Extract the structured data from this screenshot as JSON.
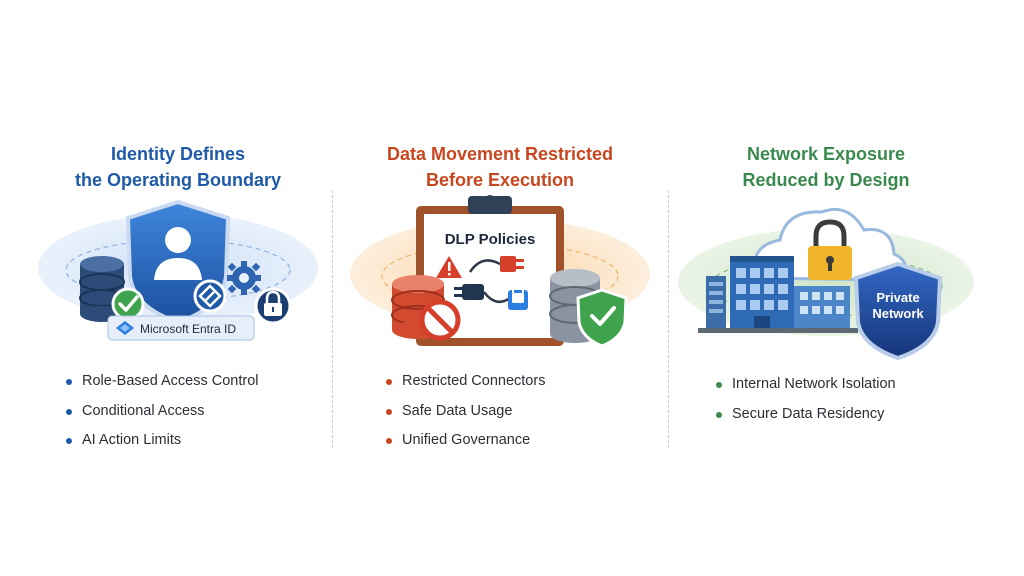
{
  "columns": [
    {
      "title_lines": [
        "Identity Defines",
        "the Operating Boundary"
      ],
      "badge_label": "Microsoft Entra ID",
      "bullets": [
        "Role-Based Access Control",
        "Conditional Access",
        "AI Action Limits"
      ],
      "accent": "#1f5aa8",
      "icons": [
        "shield-user-icon",
        "database-icon",
        "check-icon",
        "diamond-arrow-icon",
        "gear-icon",
        "padlock-icon",
        "entra-logo-icon"
      ]
    },
    {
      "title_lines": [
        "Data Movement Restricted",
        "Before Execution"
      ],
      "clipboard_title": "DLP Policies",
      "bullets": [
        "Restricted Connectors",
        "Safe Data Usage",
        "Unified Governance"
      ],
      "accent": "#c8461f",
      "icons": [
        "clipboard-icon",
        "warning-icon",
        "plug-icon",
        "database-icon",
        "blocked-icon",
        "shield-check-icon",
        "padlock-icon"
      ]
    },
    {
      "title_lines": [
        "Network Exposure",
        "Reduced by Design"
      ],
      "shield_label_lines": [
        "Private",
        "Network"
      ],
      "bullets": [
        "Internal Network Isolation",
        "Secure Data Residency"
      ],
      "accent": "#3a8a4e",
      "icons": [
        "cloud-icon",
        "padlock-icon",
        "building-icon",
        "server-icon",
        "shield-icon"
      ]
    }
  ]
}
